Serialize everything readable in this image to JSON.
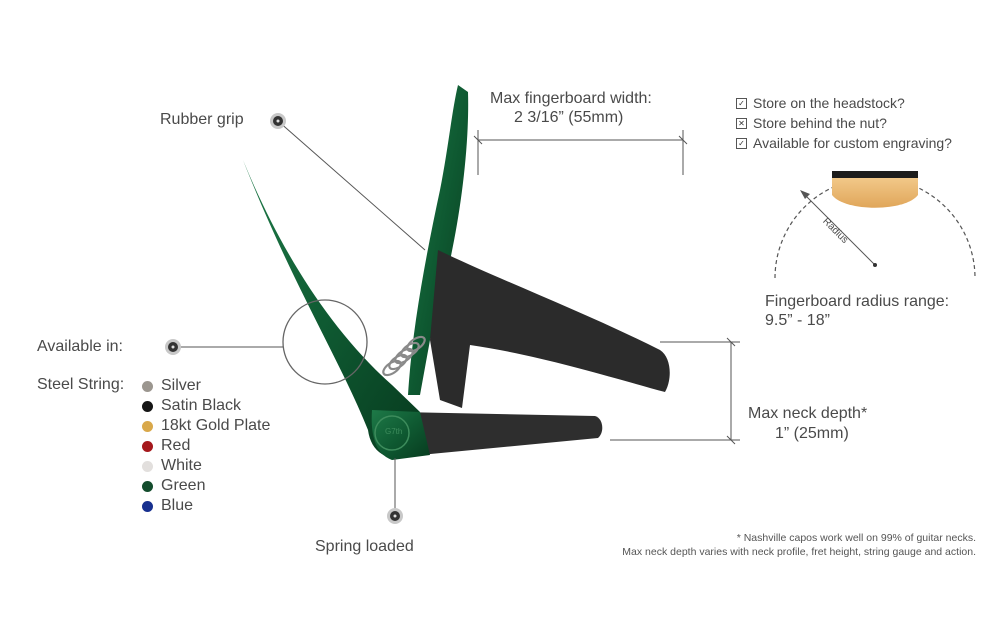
{
  "labels": {
    "rubber_grip": "Rubber grip",
    "available_in": "Available in:",
    "spring_loaded": "Spring loaded",
    "max_width_title": "Max fingerboard width:",
    "max_width_value": "2 3/16” (55mm)",
    "radius_title": "Fingerboard radius range:",
    "radius_value": "9.5” - 18”",
    "radius_arrow": "Radius",
    "neck_depth_title": "Max neck depth*",
    "neck_depth_value": "1” (25mm)",
    "logo": "G7th"
  },
  "features": [
    {
      "mark": "✓",
      "text": "Store on the headstock?"
    },
    {
      "mark": "✕",
      "text": "Store behind the nut?"
    },
    {
      "mark": "✓",
      "text": "Available for custom engraving?"
    }
  ],
  "colors_group_label": "Steel String:",
  "colors": [
    {
      "name": "Silver",
      "hex": "#9b968f"
    },
    {
      "name": "Satin Black",
      "hex": "#151515"
    },
    {
      "name": "18kt Gold Plate",
      "hex": "#d9a84a"
    },
    {
      "name": "Red",
      "hex": "#a5181c"
    },
    {
      "name": "White",
      "hex": "#e2dfdd"
    },
    {
      "name": "Green",
      "hex": "#134c2c"
    },
    {
      "name": "Blue",
      "hex": "#17308f"
    }
  ],
  "footnote": {
    "line1": "* Nashville capos work well on 99% of guitar necks.",
    "line2": "Max neck depth varies with neck profile, fret height, string gauge and action."
  },
  "theme": {
    "green": "#0f5a32",
    "black_rubber": "#2b2b2b",
    "text": "#4a4a4a"
  }
}
